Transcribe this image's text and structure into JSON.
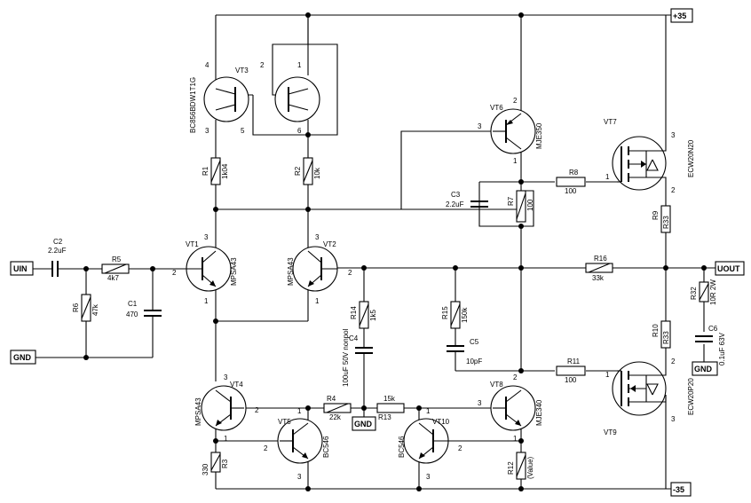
{
  "ports": {
    "uin": "UIN",
    "gnd_in": "GND",
    "uout": "UOUT",
    "gnd_out": "GND",
    "vpos": "+35",
    "vneg": "-35",
    "gnd_mid": "GND"
  },
  "transistors": {
    "vt1": {
      "ref": "VT1",
      "part": "MPSA43"
    },
    "vt2": {
      "ref": "VT2",
      "part": "MPSA43"
    },
    "vt3": {
      "ref": "VT3",
      "part": "BC856BDW1T1G"
    },
    "vt4": {
      "ref": "VT4",
      "part": "MPSA43"
    },
    "vt5": {
      "ref": "VT5",
      "part": "BC546"
    },
    "vt6": {
      "ref": "VT6",
      "part": "MJE350"
    },
    "vt7": {
      "ref": "VT7",
      "part": "ECW20N20"
    },
    "vt8": {
      "ref": "VT8",
      "part": "MJE340"
    },
    "vt9": {
      "ref": "VT9",
      "part": "ECW20P20"
    },
    "vt10": {
      "ref": "VT10",
      "part": "BC546"
    }
  },
  "resistors": {
    "r1": {
      "ref": "R1",
      "value": "1k04"
    },
    "r2": {
      "ref": "R2",
      "value": "10k"
    },
    "r3": {
      "ref": "R3",
      "value": "330"
    },
    "r4": {
      "ref": "R4",
      "value": "22k"
    },
    "r5": {
      "ref": "R5",
      "value": "4k7"
    },
    "r6": {
      "ref": "R6",
      "value": "47k"
    },
    "r7": {
      "ref": "R7",
      "value": "100"
    },
    "r8": {
      "ref": "R8",
      "value": "100"
    },
    "r9": {
      "ref": "R9",
      "value": "R33"
    },
    "r10": {
      "ref": "R10",
      "value": "R33"
    },
    "r11": {
      "ref": "R11",
      "value": "100"
    },
    "r12": {
      "ref": "R12",
      "value": "(Value)"
    },
    "r13": {
      "ref": "R13",
      "value": "15k"
    },
    "r14": {
      "ref": "R14",
      "value": "1k5"
    },
    "r15": {
      "ref": "R15",
      "value": "150k"
    },
    "r16": {
      "ref": "R16",
      "value": "33k"
    },
    "r32": {
      "ref": "R32",
      "value": "10R 2W"
    }
  },
  "capacitors": {
    "c1": {
      "ref": "C1",
      "value": "470"
    },
    "c2": {
      "ref": "C2",
      "value": "2.2uF"
    },
    "c3": {
      "ref": "C3",
      "value": "2.2uF"
    },
    "c4": {
      "ref": "C4",
      "value": "100uF 50V nonpol"
    },
    "c5": {
      "ref": "C5",
      "value": "10pF"
    },
    "c6": {
      "ref": "C6",
      "value": "0.1uF 63V"
    }
  },
  "pins": {
    "p1": "1",
    "p2": "2",
    "p3": "3",
    "p4": "4",
    "p5": "5",
    "p6": "6"
  }
}
